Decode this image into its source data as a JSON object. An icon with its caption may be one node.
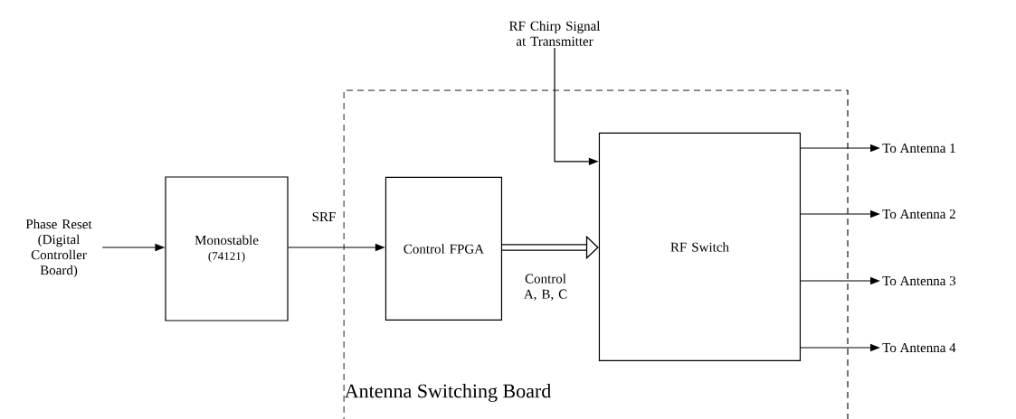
{
  "diagram": {
    "nodes": [
      {
        "text": [
          "Antenna Switching Board"
        ]
      },
      {
        "text": [
          "Phase Reset (Digital Controller Board)"
        ]
      },
      {
        "text": [
          "Monostable",
          "(74121)"
        ]
      },
      {
        "text": [
          "Control FPGA"
        ],
        "in": 0
      },
      {
        "text": [
          "RF Switch"
        ],
        "in": 0
      },
      {
        "text": [
          "RF Chirp Signal at Transmitter"
        ]
      },
      {
        "text": [
          "To Antenna 1"
        ]
      },
      {
        "text": [
          "To Antenna 2"
        ]
      },
      {
        "text": [
          "To Antenna 3"
        ]
      },
      {
        "text": [
          "To Antenna 4"
        ]
      }
    ],
    "edges": [
      {
        "from": 1,
        "to": 2,
        "arrow": "to"
      },
      {
        "from": 2,
        "to": 3,
        "arrow": "to",
        "label": "SRF"
      },
      {
        "from": 3,
        "to": 4,
        "arrow": "to",
        "label": "Control A, B, C",
        "style": "thick"
      },
      {
        "from": 5,
        "to": 4,
        "arrow": "to"
      },
      {
        "from": 4,
        "to": 6,
        "arrow": "to"
      },
      {
        "from": 4,
        "to": 7,
        "arrow": "to"
      },
      {
        "from": 4,
        "to": 8,
        "arrow": "to"
      },
      {
        "from": 4,
        "to": 9,
        "arrow": "to"
      }
    ]
  }
}
